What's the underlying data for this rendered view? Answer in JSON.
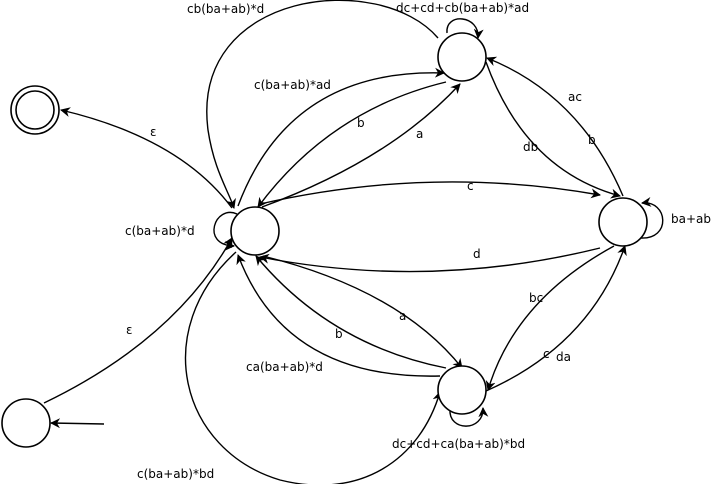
{
  "diagram": {
    "type": "state-elimination-automaton",
    "states": [
      {
        "id": "accept",
        "role": "accepting"
      },
      {
        "id": "start",
        "role": "initial"
      },
      {
        "id": "center"
      },
      {
        "id": "top"
      },
      {
        "id": "right"
      },
      {
        "id": "bottom"
      }
    ],
    "edges": [
      {
        "id": "center-to-accept",
        "from": "center",
        "to": "accept",
        "label": "ε"
      },
      {
        "id": "start-to-center",
        "from": "start",
        "to": "center",
        "label": "ε"
      },
      {
        "id": "center-loop",
        "from": "center",
        "to": "center",
        "label": "c(ba+ab)*d"
      },
      {
        "id": "top-to-center-big",
        "from": "top",
        "to": "center",
        "label": "cb(ba+ab)*d"
      },
      {
        "id": "center-to-top",
        "from": "center",
        "to": "top",
        "label": "c(ba+ab)*ad"
      },
      {
        "id": "top-to-center-b",
        "from": "top",
        "to": "center",
        "label": "b"
      },
      {
        "id": "center-to-top-a",
        "from": "center",
        "to": "top",
        "label": "a"
      },
      {
        "id": "top-loop",
        "from": "top",
        "to": "top",
        "label": "dc+cd+cb(ba+ab)*ad"
      },
      {
        "id": "right-to-top-ac",
        "from": "right",
        "to": "top",
        "label": "ac"
      },
      {
        "id": "right-to-top-b",
        "from": "right",
        "to": "top",
        "label": "b"
      },
      {
        "id": "top-to-right-db",
        "from": "top",
        "to": "right",
        "label": "db"
      },
      {
        "id": "center-to-right-c",
        "from": "center",
        "to": "right",
        "label": "c"
      },
      {
        "id": "right-to-center-d",
        "from": "right",
        "to": "center",
        "label": "d"
      },
      {
        "id": "right-loop",
        "from": "right",
        "to": "right",
        "label": "ba+ab"
      },
      {
        "id": "center-to-bottom-a",
        "from": "center",
        "to": "bottom",
        "label": "a"
      },
      {
        "id": "bottom-to-center-b",
        "from": "bottom",
        "to": "center",
        "label": "b"
      },
      {
        "id": "bottom-to-center-long",
        "from": "bottom",
        "to": "center",
        "label": "ca(ba+ab)*d"
      },
      {
        "id": "center-to-bottom-long",
        "from": "center",
        "to": "bottom",
        "label": "c(ba+ab)*bd"
      },
      {
        "id": "bottom-loop",
        "from": "bottom",
        "to": "bottom",
        "label": "dc+cd+ca(ba+ab)*bd"
      },
      {
        "id": "right-to-bottom-bc",
        "from": "right",
        "to": "bottom",
        "label": "bc"
      },
      {
        "id": "right-to-bottom-c",
        "from": "right",
        "to": "bottom",
        "label": "c"
      },
      {
        "id": "bottom-to-right-da",
        "from": "bottom",
        "to": "right",
        "label": "da"
      }
    ]
  }
}
